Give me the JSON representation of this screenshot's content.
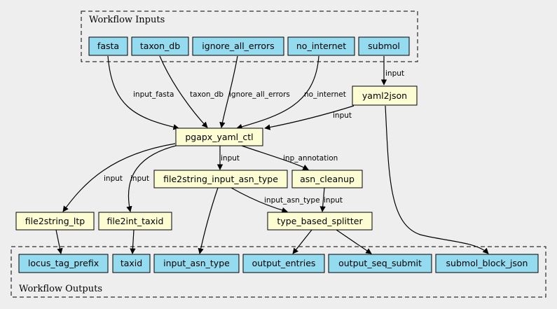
{
  "clusters": {
    "inputs_title": "Workflow Inputs",
    "outputs_title": "Workflow Outputs"
  },
  "inputs": {
    "fasta": "fasta",
    "taxon_db": "taxon_db",
    "ignore_all_errors": "ignore_all_errors",
    "no_internet": "no_internet",
    "submol": "submol"
  },
  "steps": {
    "yaml2json": "yaml2json",
    "pgapx_yaml_ctl": "pgapx_yaml_ctl",
    "file2string_input_asn_type": "file2string_input_asn_type",
    "asn_cleanup": "asn_cleanup",
    "file2string_ltp": "file2string_ltp",
    "file2int_taxid": "file2int_taxid",
    "type_based_splitter": "type_based_splitter"
  },
  "outputs": {
    "locus_tag_prefix": "locus_tag_prefix",
    "taxid": "taxid",
    "input_asn_type": "input_asn_type",
    "output_entries": "output_entries",
    "output_seq_submit": "output_seq_submit",
    "submol_block_json": "submol_block_json"
  },
  "edge_labels": {
    "input_fasta": "input_fasta",
    "taxon_db": "taxon_db",
    "ignore_all_errors": "ignore_all_errors",
    "no_internet": "no_internet",
    "submol_input": "input",
    "yaml_input": "input",
    "ctl_asn_input": "input",
    "inp_annotation": "inp_annotation",
    "ctl_ltp_input": "input",
    "ctl_taxid_input": "input",
    "input_asn_type": "input_asn_type",
    "cleanup_input": "input"
  }
}
